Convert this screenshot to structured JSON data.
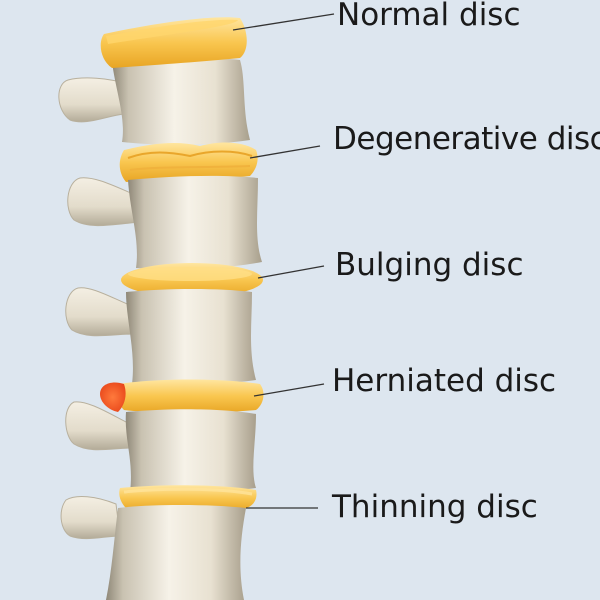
{
  "labels": {
    "normal": "Normal disc",
    "degenerative": "Degenerative disc",
    "bulging": "Bulging disc",
    "herniated": "Herniated disc",
    "thinning": "Thinning disc"
  },
  "colors": {
    "background": "#dde6ef",
    "bone": "#efe9dc",
    "bone_shadow": "#bdb5a3",
    "disc": "#f6c04a",
    "disc_light": "#ffdf8a",
    "herniation": "#f05a25",
    "leader_line": "#333333"
  }
}
